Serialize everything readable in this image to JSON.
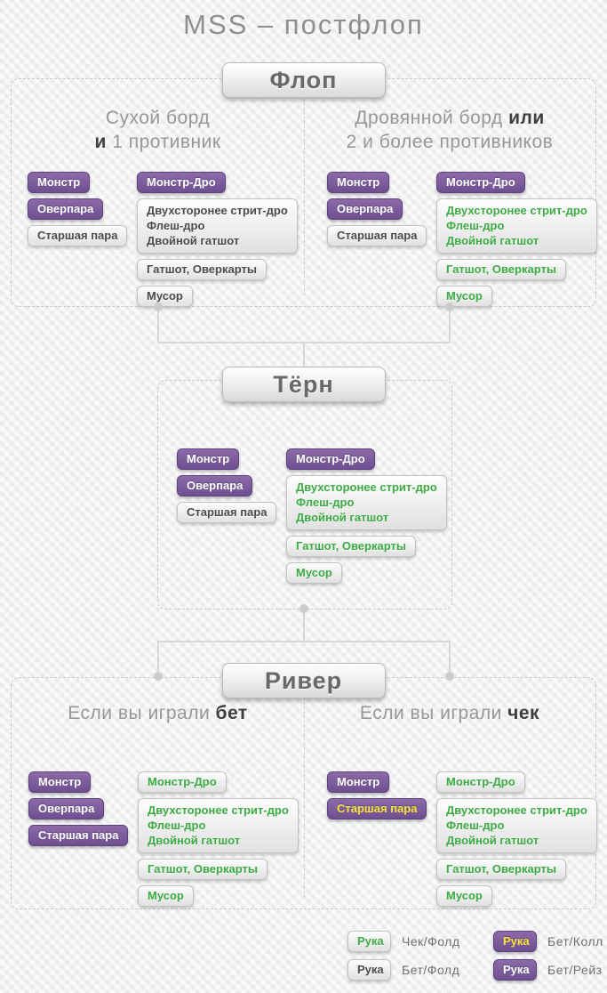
{
  "title": "MSS – постфлоп",
  "colors": {
    "purple_badge": "#7b5b9b",
    "green_text": "#3cab44",
    "yellow_text": "#f9e43c",
    "gray_badge": "#ececec",
    "dark_text": "#4b4b4b",
    "heading_gray": "#979797",
    "heading_bold": "#3e3e3e"
  },
  "stage_flop": {
    "button": "Флоп",
    "dry": {
      "heading": {
        "line1": "Сухой борд",
        "bold2": "и",
        "rest2": "1 противник"
      },
      "monster": "Монстр",
      "overpair": "Оверпара",
      "top_pair": "Старшая пара",
      "monster_draw": "Монстр-Дро",
      "strong_draws": [
        "Двухсторонее стрит-дро",
        "Флеш-дро",
        "Двойной гатшот"
      ],
      "gutshot": "Гатшот, Оверкарты",
      "trash": "Мусор"
    },
    "wet": {
      "heading": {
        "line1": "Дровянной борд",
        "bold1": "или",
        "line2": "2 и более противников"
      },
      "monster": "Монстр",
      "overpair": "Оверпара",
      "top_pair": "Старшая пара",
      "monster_draw": "Монстр-Дро",
      "strong_draws": [
        "Двухсторонее стрит-дро",
        "Флеш-дро",
        "Двойной гатшот"
      ],
      "gutshot": "Гатшот, Оверкарты",
      "trash": "Мусор"
    }
  },
  "stage_turn": {
    "button": "Тёрн",
    "monster": "Монстр",
    "overpair": "Оверпара",
    "top_pair": "Старшая пара",
    "monster_draw": "Монстр-Дро",
    "strong_draws": [
      "Двухсторонее стрит-дро",
      "Флеш-дро",
      "Двойной гатшот"
    ],
    "gutshot": "Гатшот, Оверкарты",
    "trash": "Мусор"
  },
  "stage_river": {
    "button": "Ривер",
    "bet": {
      "heading_pre": "Если вы играли",
      "heading_bold": "бет",
      "monster": "Монстр",
      "overpair": "Оверпара",
      "top_pair": "Старшая пара",
      "monster_draw": "Монстр-Дро",
      "strong_draws": [
        "Двухсторонее стрит-дро",
        "Флеш-дро",
        "Двойной гатшот"
      ],
      "gutshot": "Гатшот, Оверкарты",
      "trash": "Мусор"
    },
    "check": {
      "heading_pre": "Если вы играли",
      "heading_bold": "чек",
      "monster": "Монстр",
      "top_pair": "Старшая пара",
      "monster_draw": "Монстр-Дро",
      "strong_draws": [
        "Двухсторонее стрит-дро",
        "Флеш-дро",
        "Двойной гатшот"
      ],
      "gutshot": "Гатшот, Оверкарты",
      "trash": "Мусор"
    }
  },
  "legend": {
    "items": [
      {
        "hand": "Рука",
        "action": "Чек/Фолд",
        "style": "gray-green"
      },
      {
        "hand": "Рука",
        "action": "Бет/Фолд",
        "style": "gray-dark"
      },
      {
        "hand": "Рука",
        "action": "Бет/Колл",
        "style": "purple-yellow"
      },
      {
        "hand": "Рука",
        "action": "Бет/Рейз",
        "style": "purple-white"
      }
    ]
  }
}
